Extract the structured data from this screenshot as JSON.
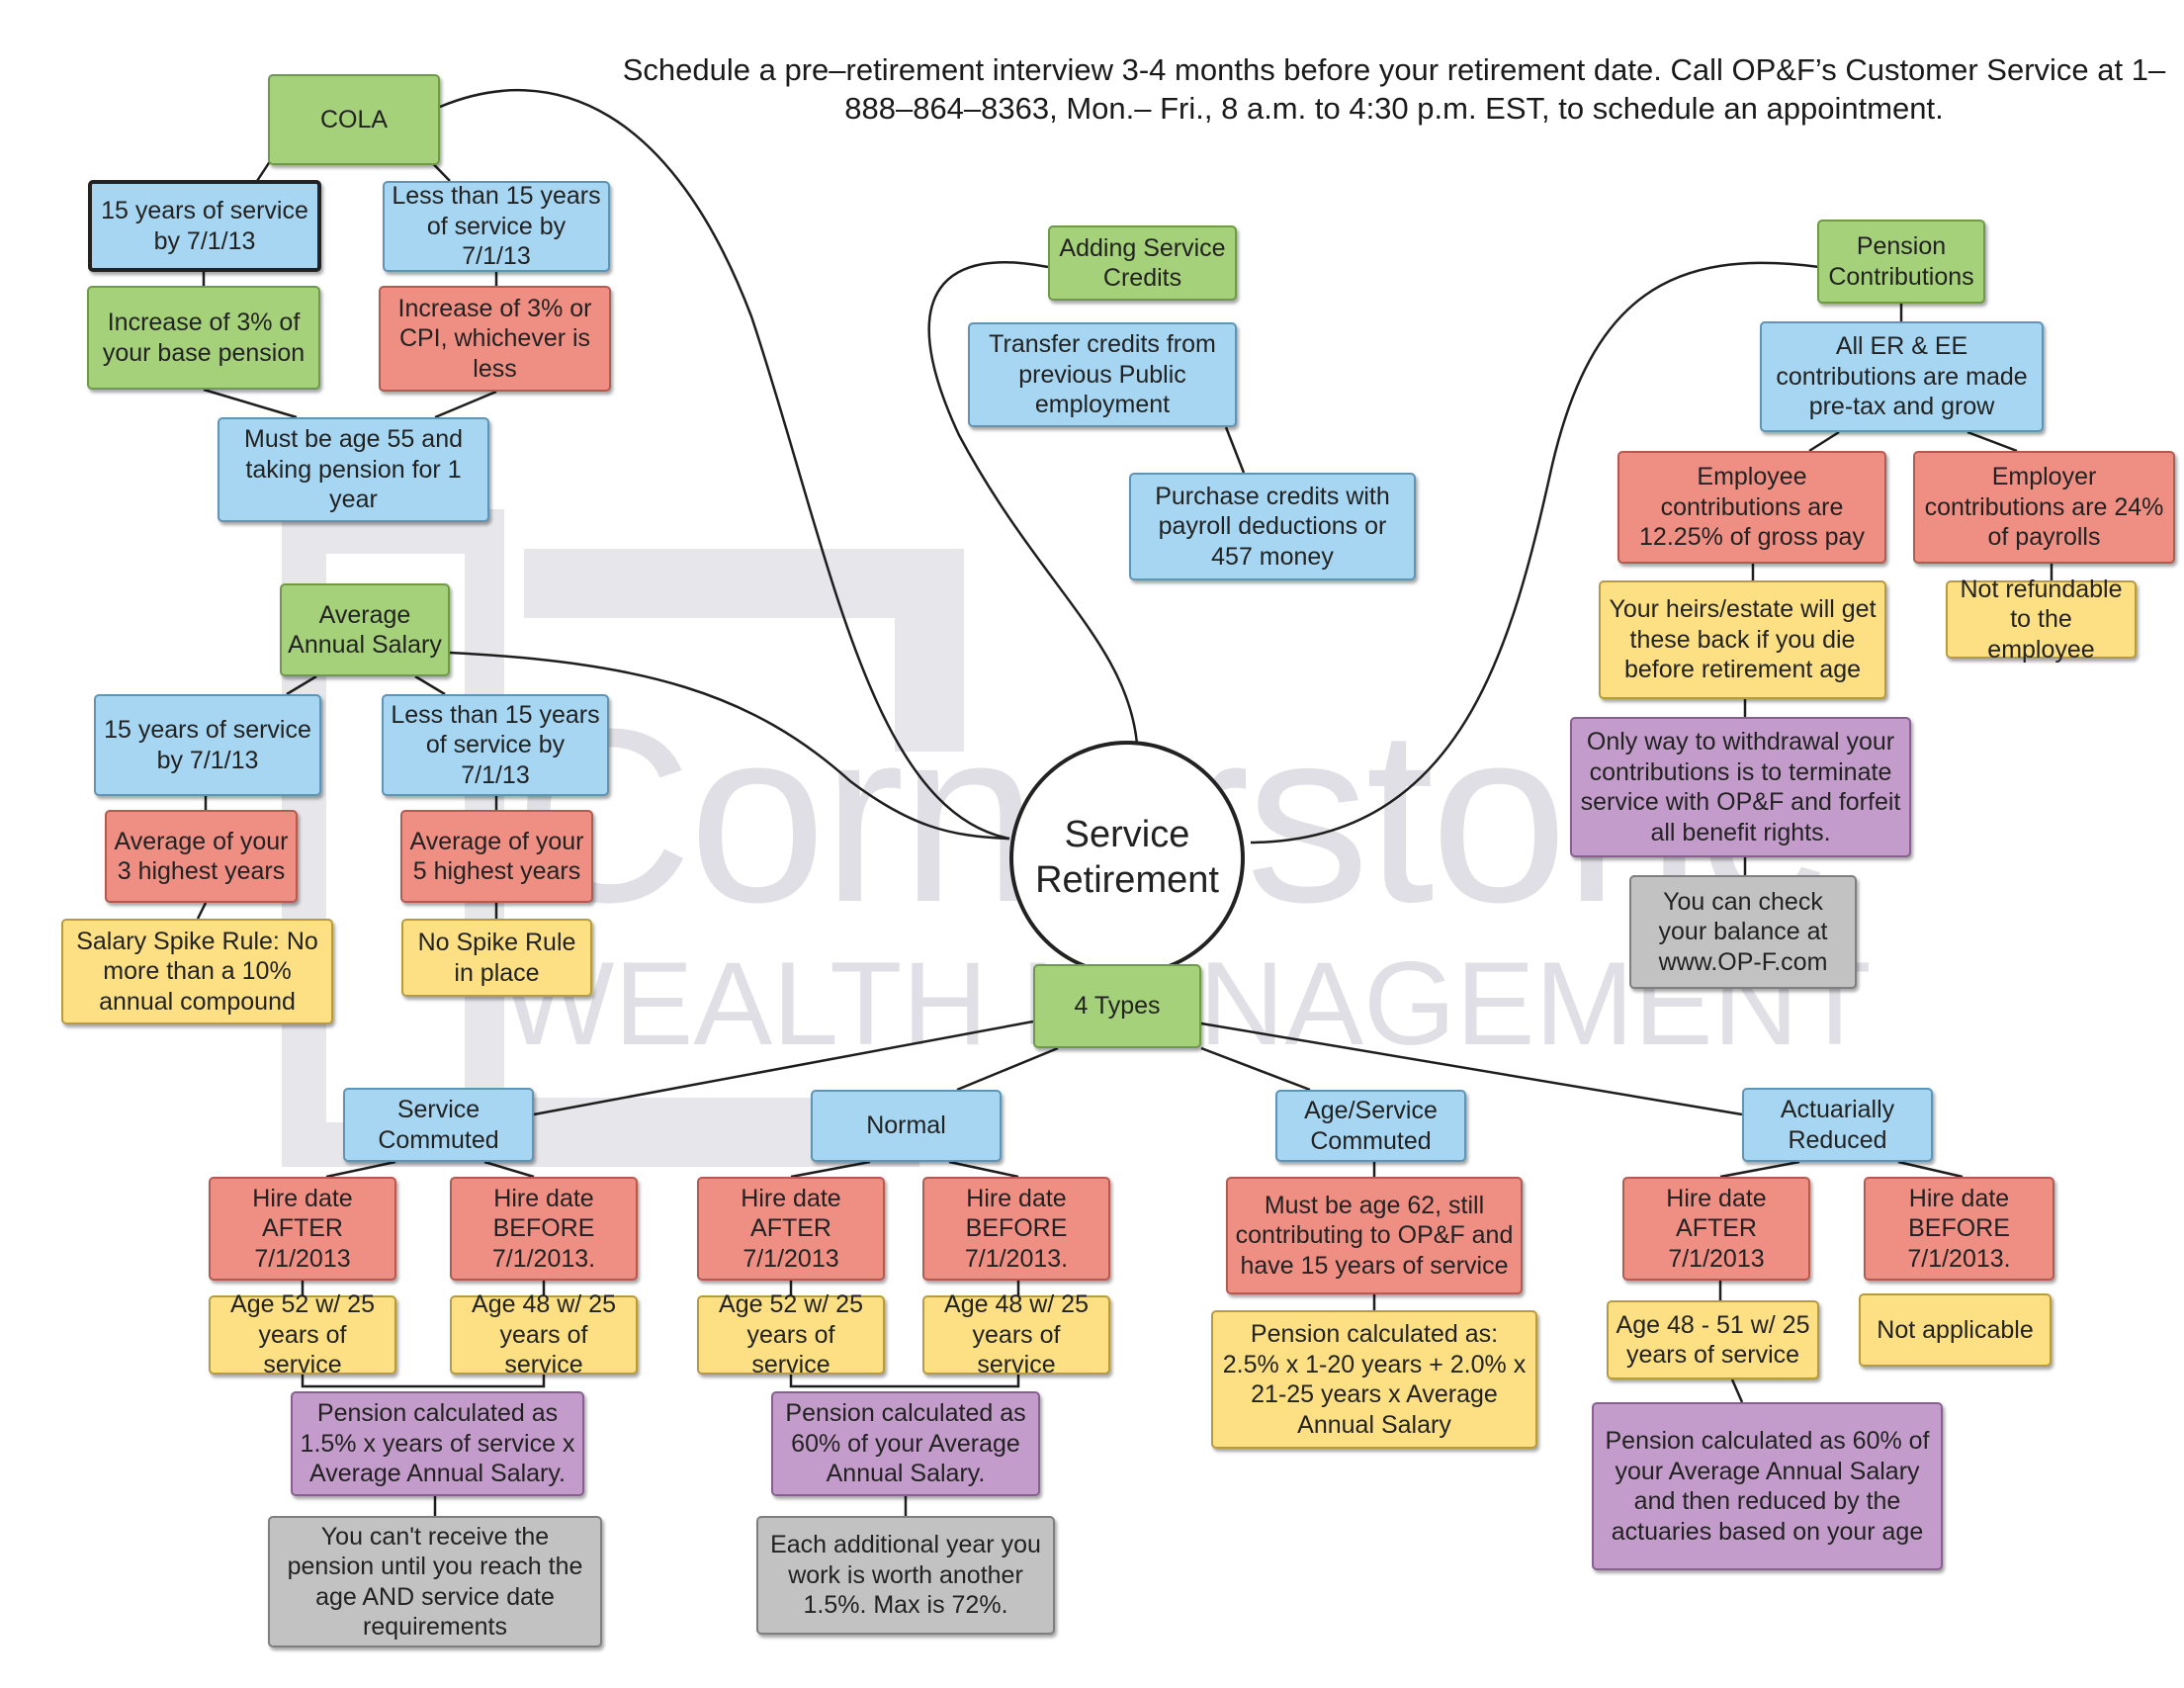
{
  "header_note": "Schedule a pre–retirement interview 3-4 months before your retirement date. Call OP&F’s Customer Service at 1–888–864–8363, Mon.– Fri., 8 a.m. to 4:30 p.m. EST, to schedule an appointment.",
  "watermark": {
    "word": "Cornerstone",
    "sub": "WEALTH MANAGEMENT"
  },
  "center": "Service Retirement",
  "cola": {
    "title": "COLA",
    "fifteen": "15 years of service by 7/1/13",
    "less": "Less than 15 years of service by 7/1/13",
    "increase3": "Increase of 3% of your base pension",
    "increase_cpi": "Increase of 3% or CPI, whichever is less",
    "age55": "Must be age 55 and taking pension for 1 year"
  },
  "avg_salary": {
    "title": "Average Annual Salary",
    "fifteen": "15 years of service by 7/1/13",
    "less": "Less than 15 years of service by 7/1/13",
    "three_highest": "Average of your 3 highest years",
    "five_highest": "Average of your 5 highest years",
    "spike_rule": "Salary Spike Rule: No more than a 10% annual compound",
    "no_spike": "No Spike Rule in place"
  },
  "service_credits": {
    "title": "Adding Service Credits",
    "transfer": "Transfer credits from previous Public employment",
    "purchase": "Purchase credits with payroll deductions or 457 money"
  },
  "pension_contrib": {
    "title": "Pension Contributions",
    "all": "All ER & EE contributions are made pre-tax and grow",
    "employee": "Employee contributions are 12.25% of gross pay",
    "employer": "Employer contributions are 24% of payrolls",
    "heirs": "Your heirs/estate will get these back if you die before retirement age",
    "not_refundable": "Not refundable to the employee",
    "withdraw": "Only way to withdrawal your contributions is to terminate service with OP&F and forfeit all benefit rights.",
    "check": "You can check your balance at www.OP-F.com"
  },
  "types": {
    "title": "4 Types",
    "service_commuted": {
      "title": "Service Commuted",
      "after": "Hire date AFTER 7/1/2013",
      "before": "Hire date BEFORE 7/1/2013.",
      "age_after": "Age 52 w/ 25 years of service",
      "age_before": "Age 48 w/ 25 years of service",
      "calc": "Pension calculated as 1.5% x years of service x Average Annual Salary.",
      "note": "You can't receive the pension until you reach the age AND service date requirements"
    },
    "normal": {
      "title": "Normal",
      "after": "Hire date AFTER 7/1/2013",
      "before": "Hire date BEFORE 7/1/2013.",
      "age_after": "Age 52 w/ 25 years of service",
      "age_before": "Age 48 w/ 25 years of service",
      "calc": "Pension calculated as 60% of your Average Annual Salary.",
      "note": "Each additional year you work is worth another 1.5%. Max is 72%."
    },
    "age_service": {
      "title": "Age/Service Commuted",
      "req": "Must be age 62, still contributing to OP&F and have 15 years of service",
      "calc": "Pension calculated as: 2.5% x 1-20 years + 2.0% x 21-25 years x Average Annual Salary"
    },
    "actuarial": {
      "title": "Actuarially Reduced",
      "after": "Hire date AFTER 7/1/2013",
      "before": "Hire date BEFORE 7/1/2013.",
      "age_after": "Age 48 - 51 w/ 25 years of service",
      "na": "Not applicable",
      "calc": "Pension calculated as 60% of your Average Annual Salary and then reduced by the actuaries based on your age"
    }
  }
}
